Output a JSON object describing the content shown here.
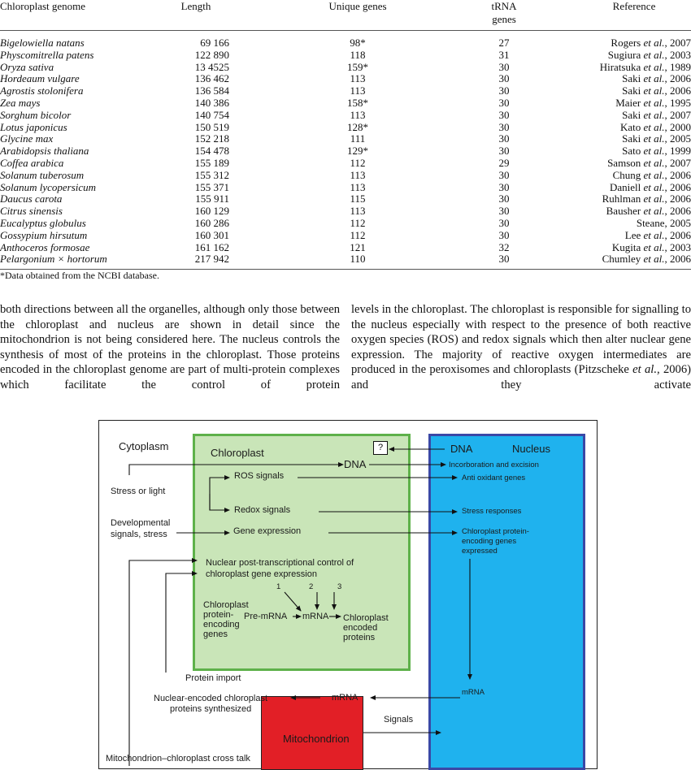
{
  "table": {
    "headers": [
      "Chloroplast genome",
      "Length",
      "Unique genes",
      "tRNA genes",
      "Reference"
    ],
    "rows": [
      [
        "Bigelowiella natans",
        "69 166",
        "98*",
        "27",
        "Rogers et al., 2007"
      ],
      [
        "Physcomitrella patens",
        "122 890",
        "118",
        "31",
        "Sugiura et al., 2003"
      ],
      [
        "Oryza sativa",
        "13 4525",
        "159*",
        "30",
        "Hiratsuka et al., 1989"
      ],
      [
        "Hordeaum vulgare",
        "136 462",
        "113",
        "30",
        "Saki et al., 2006"
      ],
      [
        "Agrostis stolonifera",
        "136 584",
        "113",
        "30",
        "Saki et al., 2006"
      ],
      [
        "Zea mays",
        "140 386",
        "158*",
        "30",
        "Maier et al., 1995"
      ],
      [
        "Sorghum bicolor",
        "140 754",
        "113",
        "30",
        "Saki et al., 2007"
      ],
      [
        "Lotus japonicus",
        "150 519",
        "128*",
        "30",
        "Kato et al., 2000"
      ],
      [
        "Glycine max",
        "152 218",
        "111",
        "30",
        "Saki et al., 2005"
      ],
      [
        "Arabidopsis thaliana",
        "154 478",
        "129*",
        "30",
        "Sato et al., 1999"
      ],
      [
        "Coffea arabica",
        "155 189",
        "112",
        "29",
        "Samson et al., 2007"
      ],
      [
        "Solanum tuberosum",
        "155 312",
        "113",
        "30",
        "Chung et al., 2006"
      ],
      [
        "Solanum lycopersicum",
        "155 371",
        "113",
        "30",
        "Daniell et al., 2006"
      ],
      [
        "Daucus carota",
        "155 911",
        "115",
        "30",
        "Ruhlman et al., 2006"
      ],
      [
        "Citrus sinensis",
        "160 129",
        "113",
        "30",
        "Bausher et al., 2006"
      ],
      [
        "Eucalyptus globulus",
        "160 286",
        "112",
        "30",
        "Steane, 2005"
      ],
      [
        "Gossypium hirsutum",
        "160 301",
        "112",
        "30",
        "Lee et al., 2006"
      ],
      [
        "Anthoceros formosae",
        "161 162",
        "121",
        "32",
        "Kugita et al., 2003"
      ],
      [
        "Pelargonium × hortorum",
        "217 942",
        "110",
        "30",
        "Chumley et al., 2006"
      ]
    ],
    "footnote": "*Data obtained from the NCBI database."
  },
  "text": {
    "left": "both directions between all the organelles, although only those between the chloroplast and nucleus are shown in detail since the mitochondrion is not being considered here. The nucleus controls the synthesis of most of the proteins in the chloroplast. Those proteins encoded in the chloroplast genome are part of multi-protein complexes which facilitate the control of protein",
    "right": "levels in the chloroplast. The chloroplast is responsible for signalling to the nucleus especially with respect to the presence of both reactive oxygen species (ROS) and redox signals which then alter nuclear gene expression. The majority of reactive oxygen intermediates are produced in the peroxisomes and chloroplasts (Pitzscheke et al., 2006) and they activate"
  },
  "figure": {
    "cytoplasm": "Cytoplasm",
    "chloroplast": "Chloroplast",
    "nucleus": "Nucleus",
    "dna_nucleus": "DNA",
    "dna_chloroplast": "DNA",
    "question": "?",
    "stress_light": "Stress or light",
    "developmental": "Developmental",
    "signals_stress": "signals, stress",
    "ros": "ROS signals",
    "redox": "Redox signals",
    "gene_expression": "Gene expression",
    "nuclear_ptc_1": "Nuclear post-transcriptional control of",
    "nuclear_ptc_2": "chloroplast gene expression",
    "step1": "1",
    "step2": "2",
    "step3": "3",
    "cp_genes_1": "Chloroplast",
    "cp_genes_2": "protein-",
    "cp_genes_3": "encoding",
    "cp_genes_4": "genes",
    "pre_mrna": "Pre-mRNA",
    "mrna_inner": "mRNA",
    "encoded_1": "Chloroplast",
    "encoded_2": "encoded",
    "encoded_3": "proteins",
    "incorporation": "Incorboration and excision",
    "antioxidant": "Anti oxidant genes",
    "stress_responses": "Stress responses",
    "cp_protein_1": "Chloroplast protein-",
    "cp_protein_2": "encoding genes",
    "cp_protein_3": "expressed",
    "mrna_nucleus": "mRNA",
    "mrna_cyto": "mRNA",
    "protein_import": "Protein import",
    "nuclear_encoded_1": "Nuclear-encoded chloroplast",
    "nuclear_encoded_2": "proteins synthesized",
    "signals": "Signals",
    "mitochondrion": "Mitochondrion",
    "crosstalk": "Mitochondrion–chloroplast cross talk"
  }
}
